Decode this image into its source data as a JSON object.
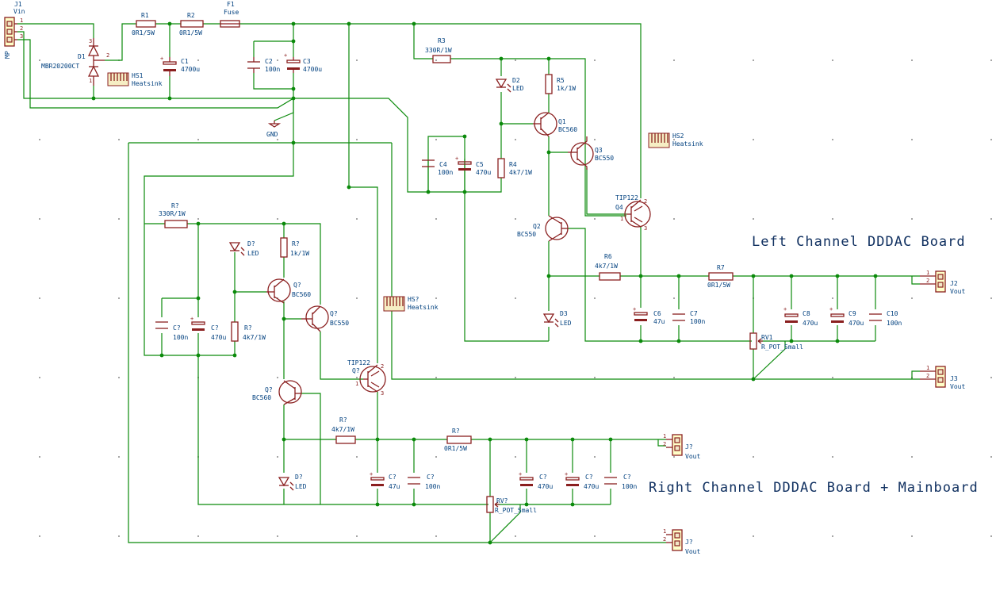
{
  "title": "",
  "boards": {
    "left_title": "Left Channel DDDAC Board",
    "right_title": "Right Channel DDDAC Board + Mainboard"
  },
  "refs": {
    "j1": "J1",
    "j1_val": "Vin",
    "j1_p1": "1",
    "j1_p2": "2",
    "j1_p3": "3",
    "j1_mp": "MP",
    "d1": "D1",
    "d1_val": "MBR20200CT",
    "d1_p1": "1",
    "d1_p2": "2",
    "d1_p3": "3",
    "r1": "R1",
    "r1_val": "0R1/5W",
    "r2": "R2",
    "r2_val": "0R1/5W",
    "f1": "F1",
    "f1_val": "Fuse",
    "hs1": "HS1",
    "hs1_val": "Heatsink",
    "c1": "C1",
    "c1_val": "4700u",
    "c2": "C2",
    "c2_val": "100n",
    "c3": "C3",
    "c3_val": "4700u",
    "gnd": "GND",
    "r3": "R3",
    "r3_val": "330R/1W",
    "d2": "D2",
    "d2_val": "LED",
    "r5": "R5",
    "r5_val": "1k/1W",
    "q1": "Q1",
    "q1_val": "BC560",
    "q3": "Q3",
    "q3_val": "BC550",
    "hs2": "HS2",
    "hs2_val": "Heatsink",
    "c4": "C4",
    "c4_val": "100n",
    "c5": "C5",
    "c5_val": "470u",
    "r4": "R4",
    "r4_val": "4k7/1W",
    "q4": "Q4",
    "q4_val": "TIP122",
    "q2": "Q2",
    "q2_val": "BC550",
    "r6": "R6",
    "r6_val": "4k7/1W",
    "d3": "D3",
    "d3_val": "LED",
    "r7a": "R7",
    "r7a_val": "0R1/5W",
    "c6": "C6",
    "c6_val": "47u",
    "c7": "C7",
    "c7_val": "100n",
    "c8": "C8",
    "c8_val": "470u",
    "c9": "C9",
    "c9_val": "470u",
    "c10": "C10",
    "c10_val": "100n",
    "rv1": "RV1",
    "rv1_val": "R_POT_Small",
    "j2": "J2",
    "j2_val": "Vout",
    "j2_p1": "1",
    "j2_p2": "2",
    "j3": "J3",
    "j3_val": "Vout",
    "j3_p1": "1",
    "j3_p2": "2",
    "rr_a": "R?",
    "rr_a_val": "330R/1W",
    "dr_a": "D?",
    "dr_a_val": "LED",
    "rr_b": "R?",
    "rr_b_val": "1k/1W",
    "qr_a": "Q?",
    "qr_a_val": "BC560",
    "qr_b": "Q?",
    "qr_b_val": "BC550",
    "hsr": "HS?",
    "hsr_val": "Heatsink",
    "cr_a": "C?",
    "cr_a_val": "100n",
    "cr_b": "C?",
    "cr_b_val": "470u",
    "rr_c": "R?",
    "rr_c_val": "4k7/1W",
    "qr_c": "Q?",
    "qr_c_val": "TIP122",
    "qr_d": "Q?",
    "qr_d_val": "BC560",
    "rr_d": "R?",
    "rr_d_val": "4k7/1W",
    "rr_e": "R?",
    "rr_e_val": "0R1/5W",
    "dr_b": "D?",
    "dr_b_val": "LED",
    "cr_c": "C?",
    "cr_c_val": "47u",
    "cr_d": "C?",
    "cr_d_val": "100n",
    "cr_e": "C?",
    "cr_e_val": "470u",
    "cr_f": "C?",
    "cr_f_val": "470u",
    "cr_g": "C?",
    "cr_g_val": "100n",
    "rvr": "RV?",
    "rvr_val": "R_POT_Small",
    "jr_a": "J?",
    "jr_a_val": "Vout",
    "jr_a_p1": "1",
    "jr_a_p2": "2",
    "jr_b": "J?",
    "jr_b_val": "Vout",
    "jr_b_p1": "1",
    "jr_b_p2": "2"
  },
  "colors": {
    "wire": "#0b8a0b",
    "part": "#8a1f1f",
    "label": "#00407f"
  }
}
